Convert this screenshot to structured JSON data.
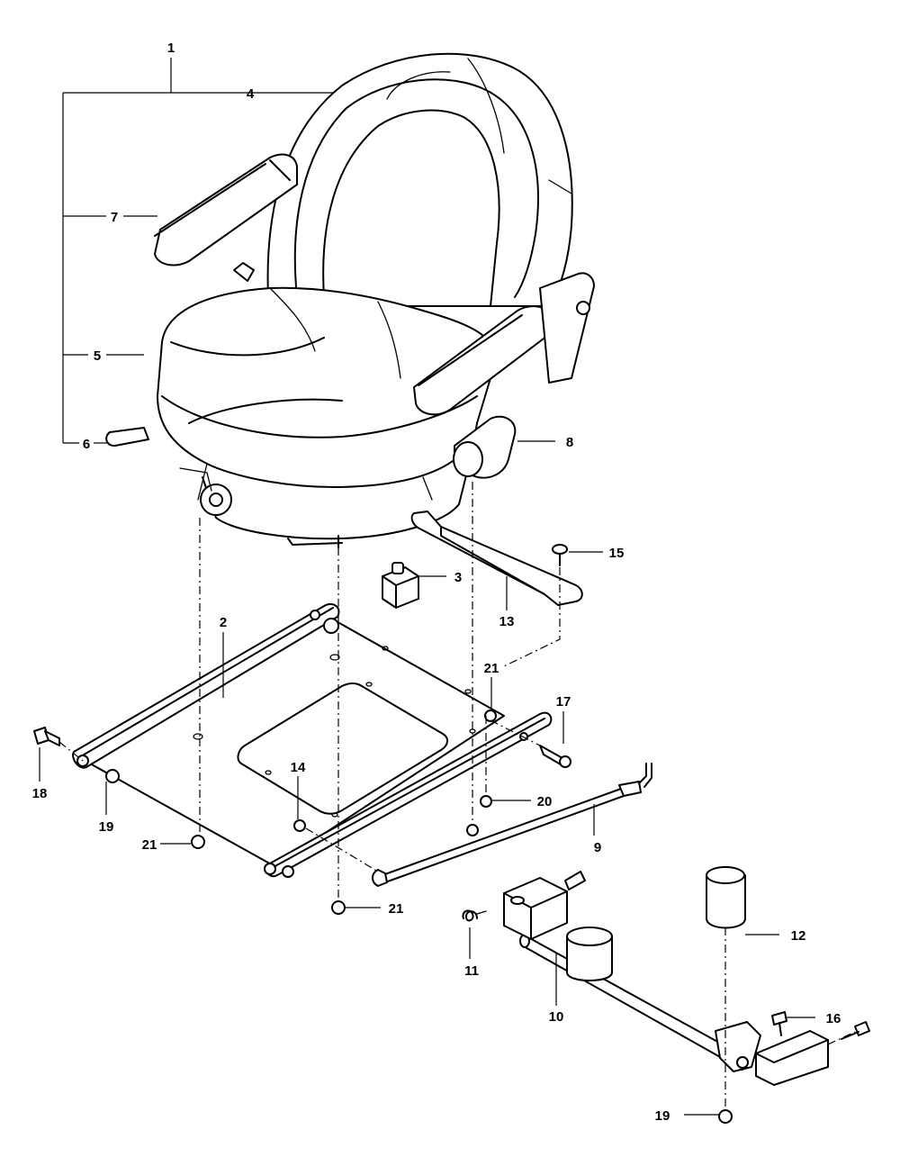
{
  "callouts": {
    "c1": "1",
    "c2": "2",
    "c3": "3",
    "c4": "4",
    "c5": "5",
    "c6": "6",
    "c7": "7",
    "c8": "8",
    "c9": "9",
    "c10": "10",
    "c11": "11",
    "c12": "12",
    "c13": "13",
    "c14": "14",
    "c15": "15",
    "c16": "16",
    "c17": "17",
    "c18": "18",
    "c19a": "19",
    "c19b": "19",
    "c20": "20",
    "c21a": "21",
    "c21b": "21",
    "c21c": "21"
  }
}
